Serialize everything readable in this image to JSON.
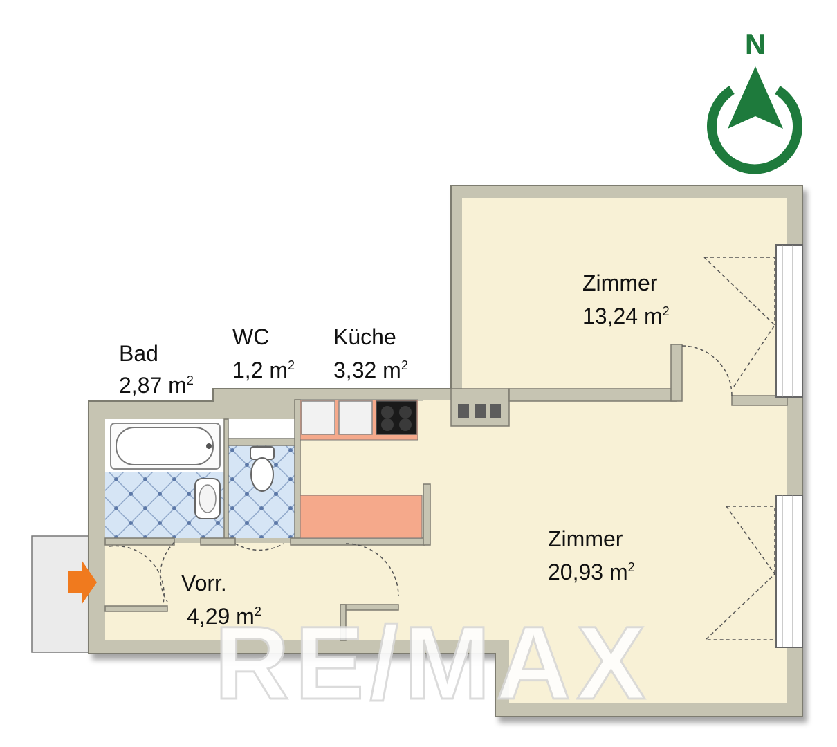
{
  "compass": {
    "letter": "N",
    "color": "#1e7a3c"
  },
  "rooms": {
    "bad": {
      "name": "Bad",
      "area": "2,87 m",
      "unit_sup": "2"
    },
    "wc": {
      "name": "WC",
      "area": "1,2 m",
      "unit_sup": "2"
    },
    "kueche": {
      "name": "Küche",
      "area": "3,32 m",
      "unit_sup": "2"
    },
    "zimmer_small": {
      "name": "Zimmer",
      "area": "13,24 m",
      "unit_sup": "2"
    },
    "zimmer_large": {
      "name": "Zimmer",
      "area": "20,93 m",
      "unit_sup": "2"
    },
    "vorraum": {
      "name": "Vorr.",
      "area": "4,29 m",
      "unit_sup": "2"
    }
  },
  "watermark": "RE/MAX",
  "colors": {
    "floor": "#f8f0d4",
    "wall": "#c9c7b5",
    "wall_edge": "#8f8d80",
    "tile": "#cfe0f2",
    "counter": "#f6a98a",
    "entry_arrow": "#f07a1e"
  }
}
